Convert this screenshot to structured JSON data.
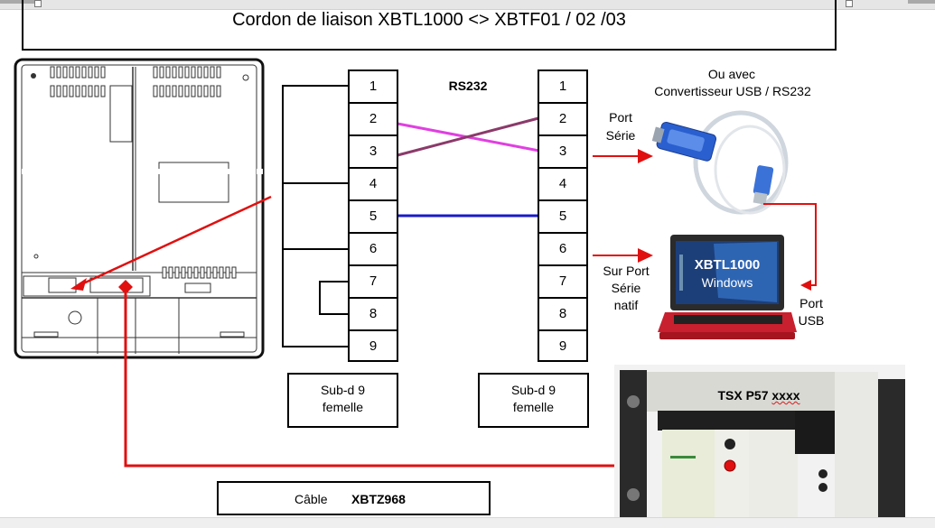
{
  "document": {
    "title": "Cordon de liaison XBTL1000 <> XBTF01 / 02 /03"
  },
  "wiring": {
    "protocol_label": "RS232",
    "left_connector": {
      "pins": [
        "1",
        "2",
        "3",
        "4",
        "5",
        "6",
        "7",
        "8",
        "9"
      ],
      "type_line1": "Sub-d 9",
      "type_line2": "femelle"
    },
    "right_connector": {
      "pins": [
        "1",
        "2",
        "3",
        "4",
        "5",
        "6",
        "7",
        "8",
        "9"
      ],
      "type_line1": "Sub-d 9",
      "type_line2": "femelle"
    },
    "connections": [
      {
        "from": "2",
        "to": "3",
        "color": "#e040e0"
      },
      {
        "from": "3",
        "to": "2",
        "color": "#8b3a6a"
      },
      {
        "from": "5",
        "to": "5",
        "color": "#1a1acc"
      }
    ],
    "left_bridges": [
      "1-4-6-9",
      "7-8"
    ]
  },
  "pc_side": {
    "converter_line1": "Ou avec",
    "converter_line2": "Convertisseur USB / RS232",
    "serial_port_line1": "Port",
    "serial_port_line2": "Série",
    "native_line1": "Sur Port",
    "native_line2": "Série",
    "native_line3": "natif",
    "usb_port_line1": "Port",
    "usb_port_line2": "USB",
    "laptop_title": "XBTL1000",
    "laptop_os": "Windows"
  },
  "plc": {
    "label_prefix": "TSX P57",
    "label_suffix": "xxxx"
  },
  "cable": {
    "label": "Câble",
    "reference": "XBTZ968"
  },
  "colors": {
    "arrow_red": "#e01010",
    "laptop_red": "#c8202e",
    "converter_blue": "#2a5fd0"
  }
}
